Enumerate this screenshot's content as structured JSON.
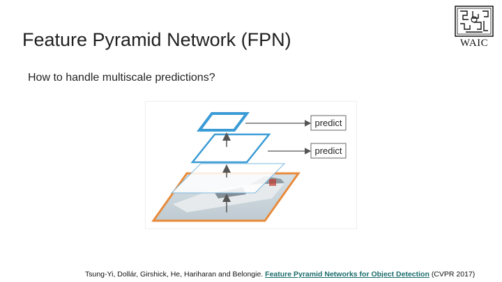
{
  "slide": {
    "title": "Feature Pyramid Network (FPN)",
    "subtitle": "How to handle multiscale predictions?"
  },
  "logo": {
    "wordmark": "WAIC",
    "icon": "waic-seal-icon"
  },
  "figure": {
    "predict_labels": [
      "predict",
      "predict"
    ],
    "colors": {
      "pyramid_blue": "#3a9bd5",
      "image_orange": "#e88a3a",
      "arrow_gray": "#555555"
    }
  },
  "citation": {
    "authors": "Tsung-Yi, Dollár, Girshick, He, Hariharan and Belongie.",
    "paper_title": "Feature Pyramid Networks for Object Detection",
    "venue": "(CVPR 2017)"
  }
}
